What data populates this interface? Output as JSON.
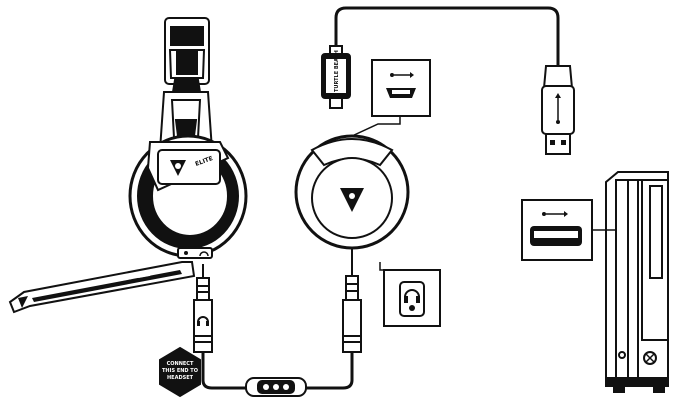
{
  "headset_badge": "ELITE",
  "usb_dongle_logo": "TURTLE BEACH",
  "hexagon_label": [
    "CONNECT",
    "THIS END TO",
    "HEADSET"
  ],
  "icons": [
    "usb-icon",
    "micro-usb-port-icon",
    "headphone-jack-icon",
    "turtle-beach-logo-icon",
    "xbox-button-icon"
  ]
}
